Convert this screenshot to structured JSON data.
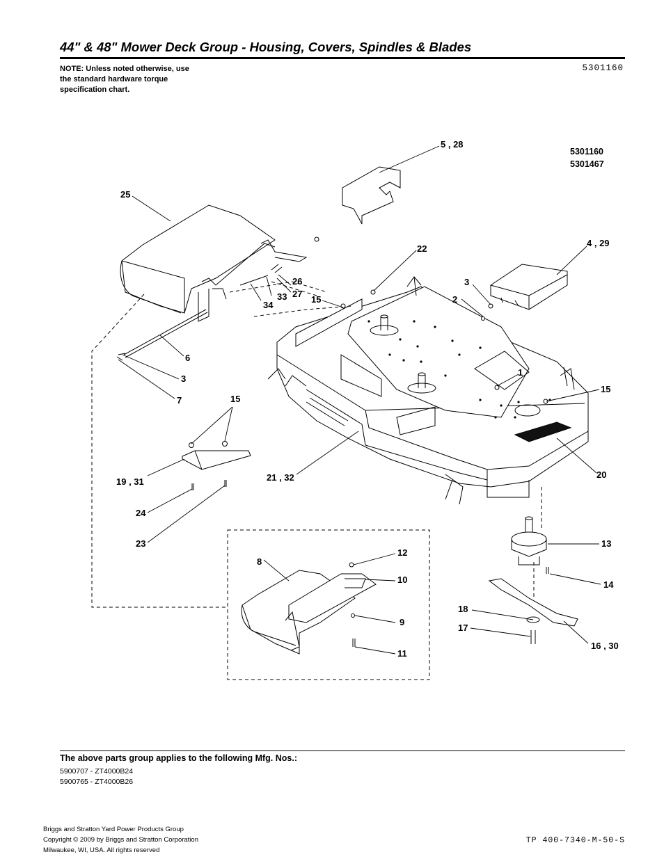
{
  "header": {
    "title": "44\" & 48\" Mower Deck Group - Housing, Covers, Spindles & Blades",
    "note_lines": [
      "NOTE: Unless noted otherwise, use",
      "the standard hardware torque",
      "specification chart."
    ],
    "doc_number": "5301160"
  },
  "diagram": {
    "model_numbers": [
      "5301160",
      "5301467"
    ],
    "callouts": [
      "1",
      "2",
      "3",
      "4 , 29",
      "5 , 28",
      "22",
      "25",
      "26",
      "27",
      "33",
      "34",
      "15",
      "6",
      "3",
      "7",
      "15",
      "19 , 31",
      "24",
      "23",
      "21 , 32",
      "15",
      "20",
      "13",
      "14",
      "8",
      "12",
      "10",
      "9",
      "11",
      "18",
      "17",
      "16 , 30"
    ]
  },
  "footer": {
    "applies_heading": "The above parts group applies to the following Mfg. Nos.:",
    "mfg_numbers": [
      "5900707 - ZT4000B24",
      "5900765 - ZT4000B26"
    ],
    "company_lines": [
      "Briggs and Stratton Yard Power Products Group",
      "Copyright ©  2009 by Briggs and Stratton Corporation",
      "Milwaukee, WI, USA. All rights reserved"
    ],
    "page_code": "TP 400-7340-M-50-S"
  }
}
